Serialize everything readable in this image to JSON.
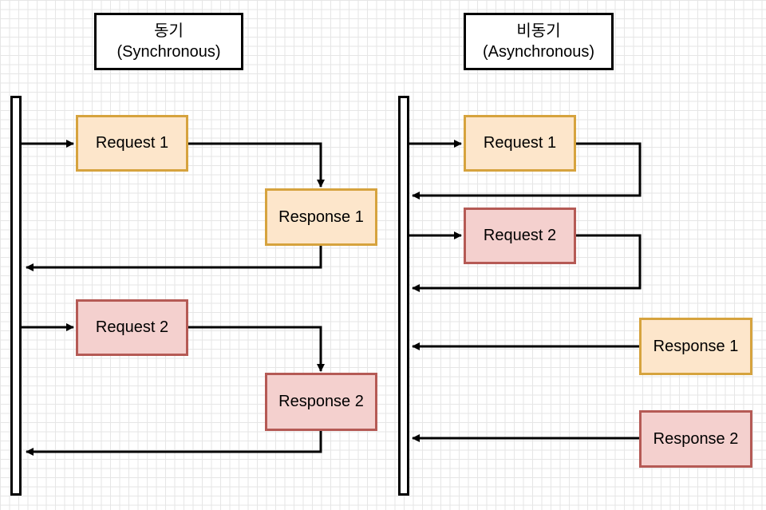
{
  "sync": {
    "title_ko": "동기",
    "title_en": "(Synchronous)",
    "request1": "Request 1",
    "response1": "Response 1",
    "request2": "Request 2",
    "response2": "Response 2"
  },
  "async": {
    "title_ko": "비동기",
    "title_en": "(Asynchronous)",
    "request1": "Request 1",
    "request2": "Request 2",
    "response1": "Response 1",
    "response2": "Response 2"
  },
  "colors": {
    "request1_fill": "#fde6cb",
    "request1_border": "#d6a33e",
    "request2_fill": "#f4d0ce",
    "request2_border": "#b55a55",
    "line": "#000000"
  }
}
